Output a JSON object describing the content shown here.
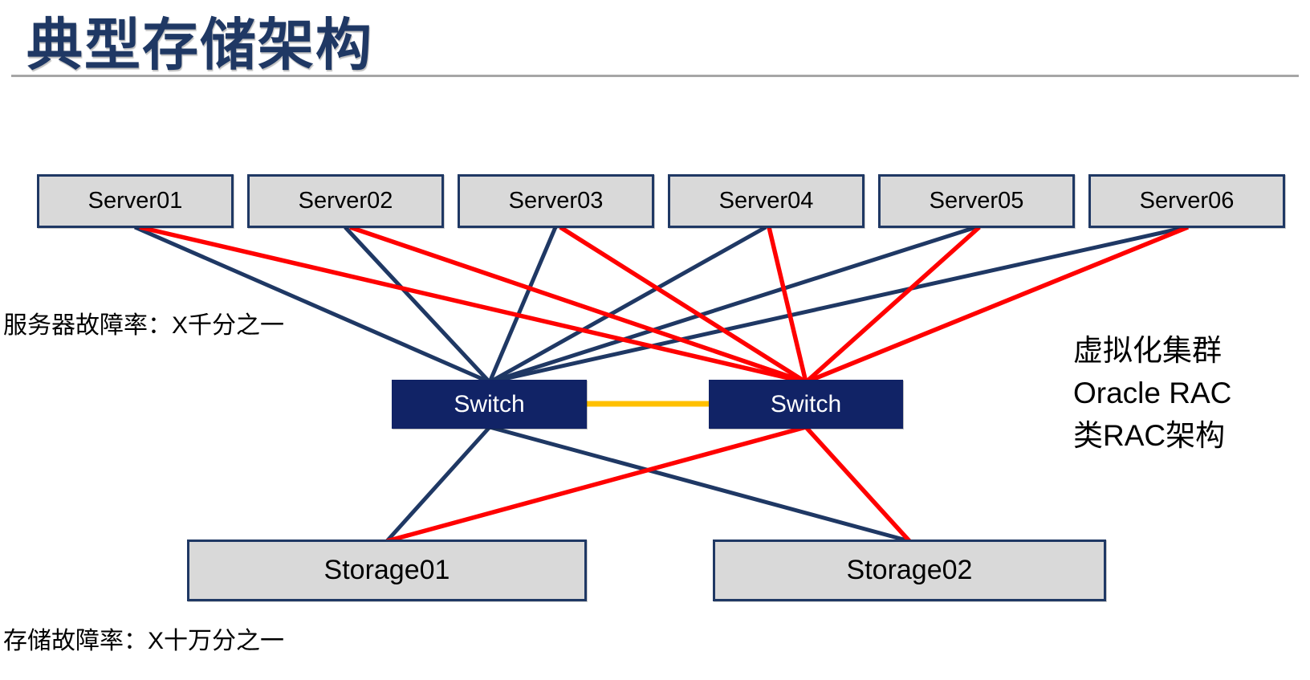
{
  "slide": {
    "title": "典型存储架构"
  },
  "labels": {
    "server_failure_rate": "服务器故障率：X千分之一",
    "storage_failure_rate": "存储故障率：X十万分之一",
    "cluster_note_lines": [
      "虚拟化集群",
      "Oracle RAC",
      "类RAC架构"
    ]
  },
  "nodes": {
    "servers": [
      {
        "label": "Server01"
      },
      {
        "label": "Server02"
      },
      {
        "label": "Server03"
      },
      {
        "label": "Server04"
      },
      {
        "label": "Server05"
      },
      {
        "label": "Server06"
      }
    ],
    "switches": [
      {
        "label": "Switch"
      },
      {
        "label": "Switch"
      }
    ],
    "storages": [
      {
        "label": "Storage01"
      },
      {
        "label": "Storage02"
      }
    ]
  },
  "edges": {
    "legend": {
      "server_to_left_switch": "navy",
      "server_to_right_switch": "red",
      "inter_switch": "orange",
      "left_switch_to_storages": "navy",
      "right_switch_to_storages": "red"
    },
    "connections": [
      {
        "from": "Server01",
        "to": "Switch-A",
        "color": "navy"
      },
      {
        "from": "Server02",
        "to": "Switch-A",
        "color": "navy"
      },
      {
        "from": "Server03",
        "to": "Switch-A",
        "color": "navy"
      },
      {
        "from": "Server04",
        "to": "Switch-A",
        "color": "navy"
      },
      {
        "from": "Server05",
        "to": "Switch-A",
        "color": "navy"
      },
      {
        "from": "Server06",
        "to": "Switch-A",
        "color": "navy"
      },
      {
        "from": "Server01",
        "to": "Switch-B",
        "color": "red"
      },
      {
        "from": "Server02",
        "to": "Switch-B",
        "color": "red"
      },
      {
        "from": "Server03",
        "to": "Switch-B",
        "color": "red"
      },
      {
        "from": "Server04",
        "to": "Switch-B",
        "color": "red"
      },
      {
        "from": "Server05",
        "to": "Switch-B",
        "color": "red"
      },
      {
        "from": "Server06",
        "to": "Switch-B",
        "color": "red"
      },
      {
        "from": "Switch-A",
        "to": "Switch-B",
        "color": "orange"
      },
      {
        "from": "Switch-A",
        "to": "Storage01",
        "color": "navy"
      },
      {
        "from": "Switch-A",
        "to": "Storage02",
        "color": "navy"
      },
      {
        "from": "Switch-B",
        "to": "Storage01",
        "color": "red"
      },
      {
        "from": "Switch-B",
        "to": "Storage02",
        "color": "red"
      }
    ]
  },
  "colors": {
    "title": "#1F3864",
    "navy_line": "#1F3864",
    "red_line": "#FF0000",
    "orange_line": "#FFC000",
    "node_fill": "#D9D9D9",
    "node_border": "#1F3864",
    "switch_fill": "#112366",
    "switch_text": "#FFFFFF",
    "rule": "#A6A6A6"
  }
}
